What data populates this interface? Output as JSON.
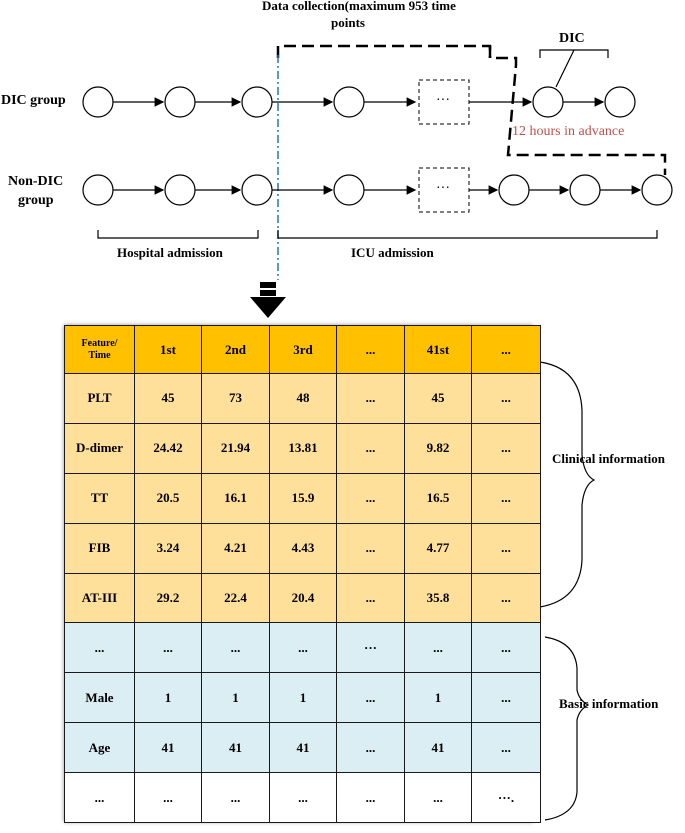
{
  "diagram": {
    "data_collection_label_line1": "Data collection(maximum  953 time",
    "data_collection_label_line2": "points",
    "dic_label": "DIC",
    "advance_label": "12 hours in advance",
    "dic_group_label": "DIC group",
    "non_dic_group_line1": "Non-DIC",
    "non_dic_group_line2": "group",
    "ellipsis": "···",
    "hospital_admission": "Hospital admission",
    "icu_admission": "ICU admission",
    "advance_color": "#c0504d"
  },
  "table": {
    "header": [
      "Feature/\nTime",
      "1st",
      "2nd",
      "3rd",
      "...",
      "41st",
      "..."
    ],
    "rows": [
      {
        "group": "clinical",
        "cells": [
          "PLT",
          "45",
          "73",
          "48",
          "...",
          "45",
          "..."
        ]
      },
      {
        "group": "clinical",
        "cells": [
          "D-dimer",
          "24.42",
          "21.94",
          "13.81",
          "...",
          "9.82",
          "..."
        ]
      },
      {
        "group": "clinical",
        "cells": [
          "TT",
          "20.5",
          "16.1",
          "15.9",
          "...",
          "16.5",
          "..."
        ]
      },
      {
        "group": "clinical",
        "cells": [
          "FIB",
          "3.24",
          "4.21",
          "4.43",
          "...",
          "4.77",
          "..."
        ]
      },
      {
        "group": "clinical",
        "cells": [
          "AT-III",
          "29.2",
          "22.4",
          "20.4",
          "...",
          "35.8",
          "..."
        ]
      },
      {
        "group": "basic",
        "cells": [
          "...",
          "...",
          "...",
          "...",
          "···",
          "...",
          "..."
        ]
      },
      {
        "group": "basic",
        "cells": [
          "Male",
          "1",
          "1",
          "1",
          "...",
          "1",
          "..."
        ]
      },
      {
        "group": "basic",
        "cells": [
          "Age",
          "41",
          "41",
          "41",
          "...",
          "41",
          "..."
        ]
      },
      {
        "group": "other",
        "cells": [
          "...",
          "...",
          "...",
          "...",
          "...",
          "...",
          "···."
        ]
      }
    ],
    "colors": {
      "header": "#ffc000",
      "clinical": "#ffe09a",
      "basic": "#dbeef4",
      "other": "#ffffff",
      "separator_line": "#1f77b4"
    }
  },
  "brackets": {
    "clinical_label": "Clinical information",
    "basic_label": "Basic information"
  }
}
